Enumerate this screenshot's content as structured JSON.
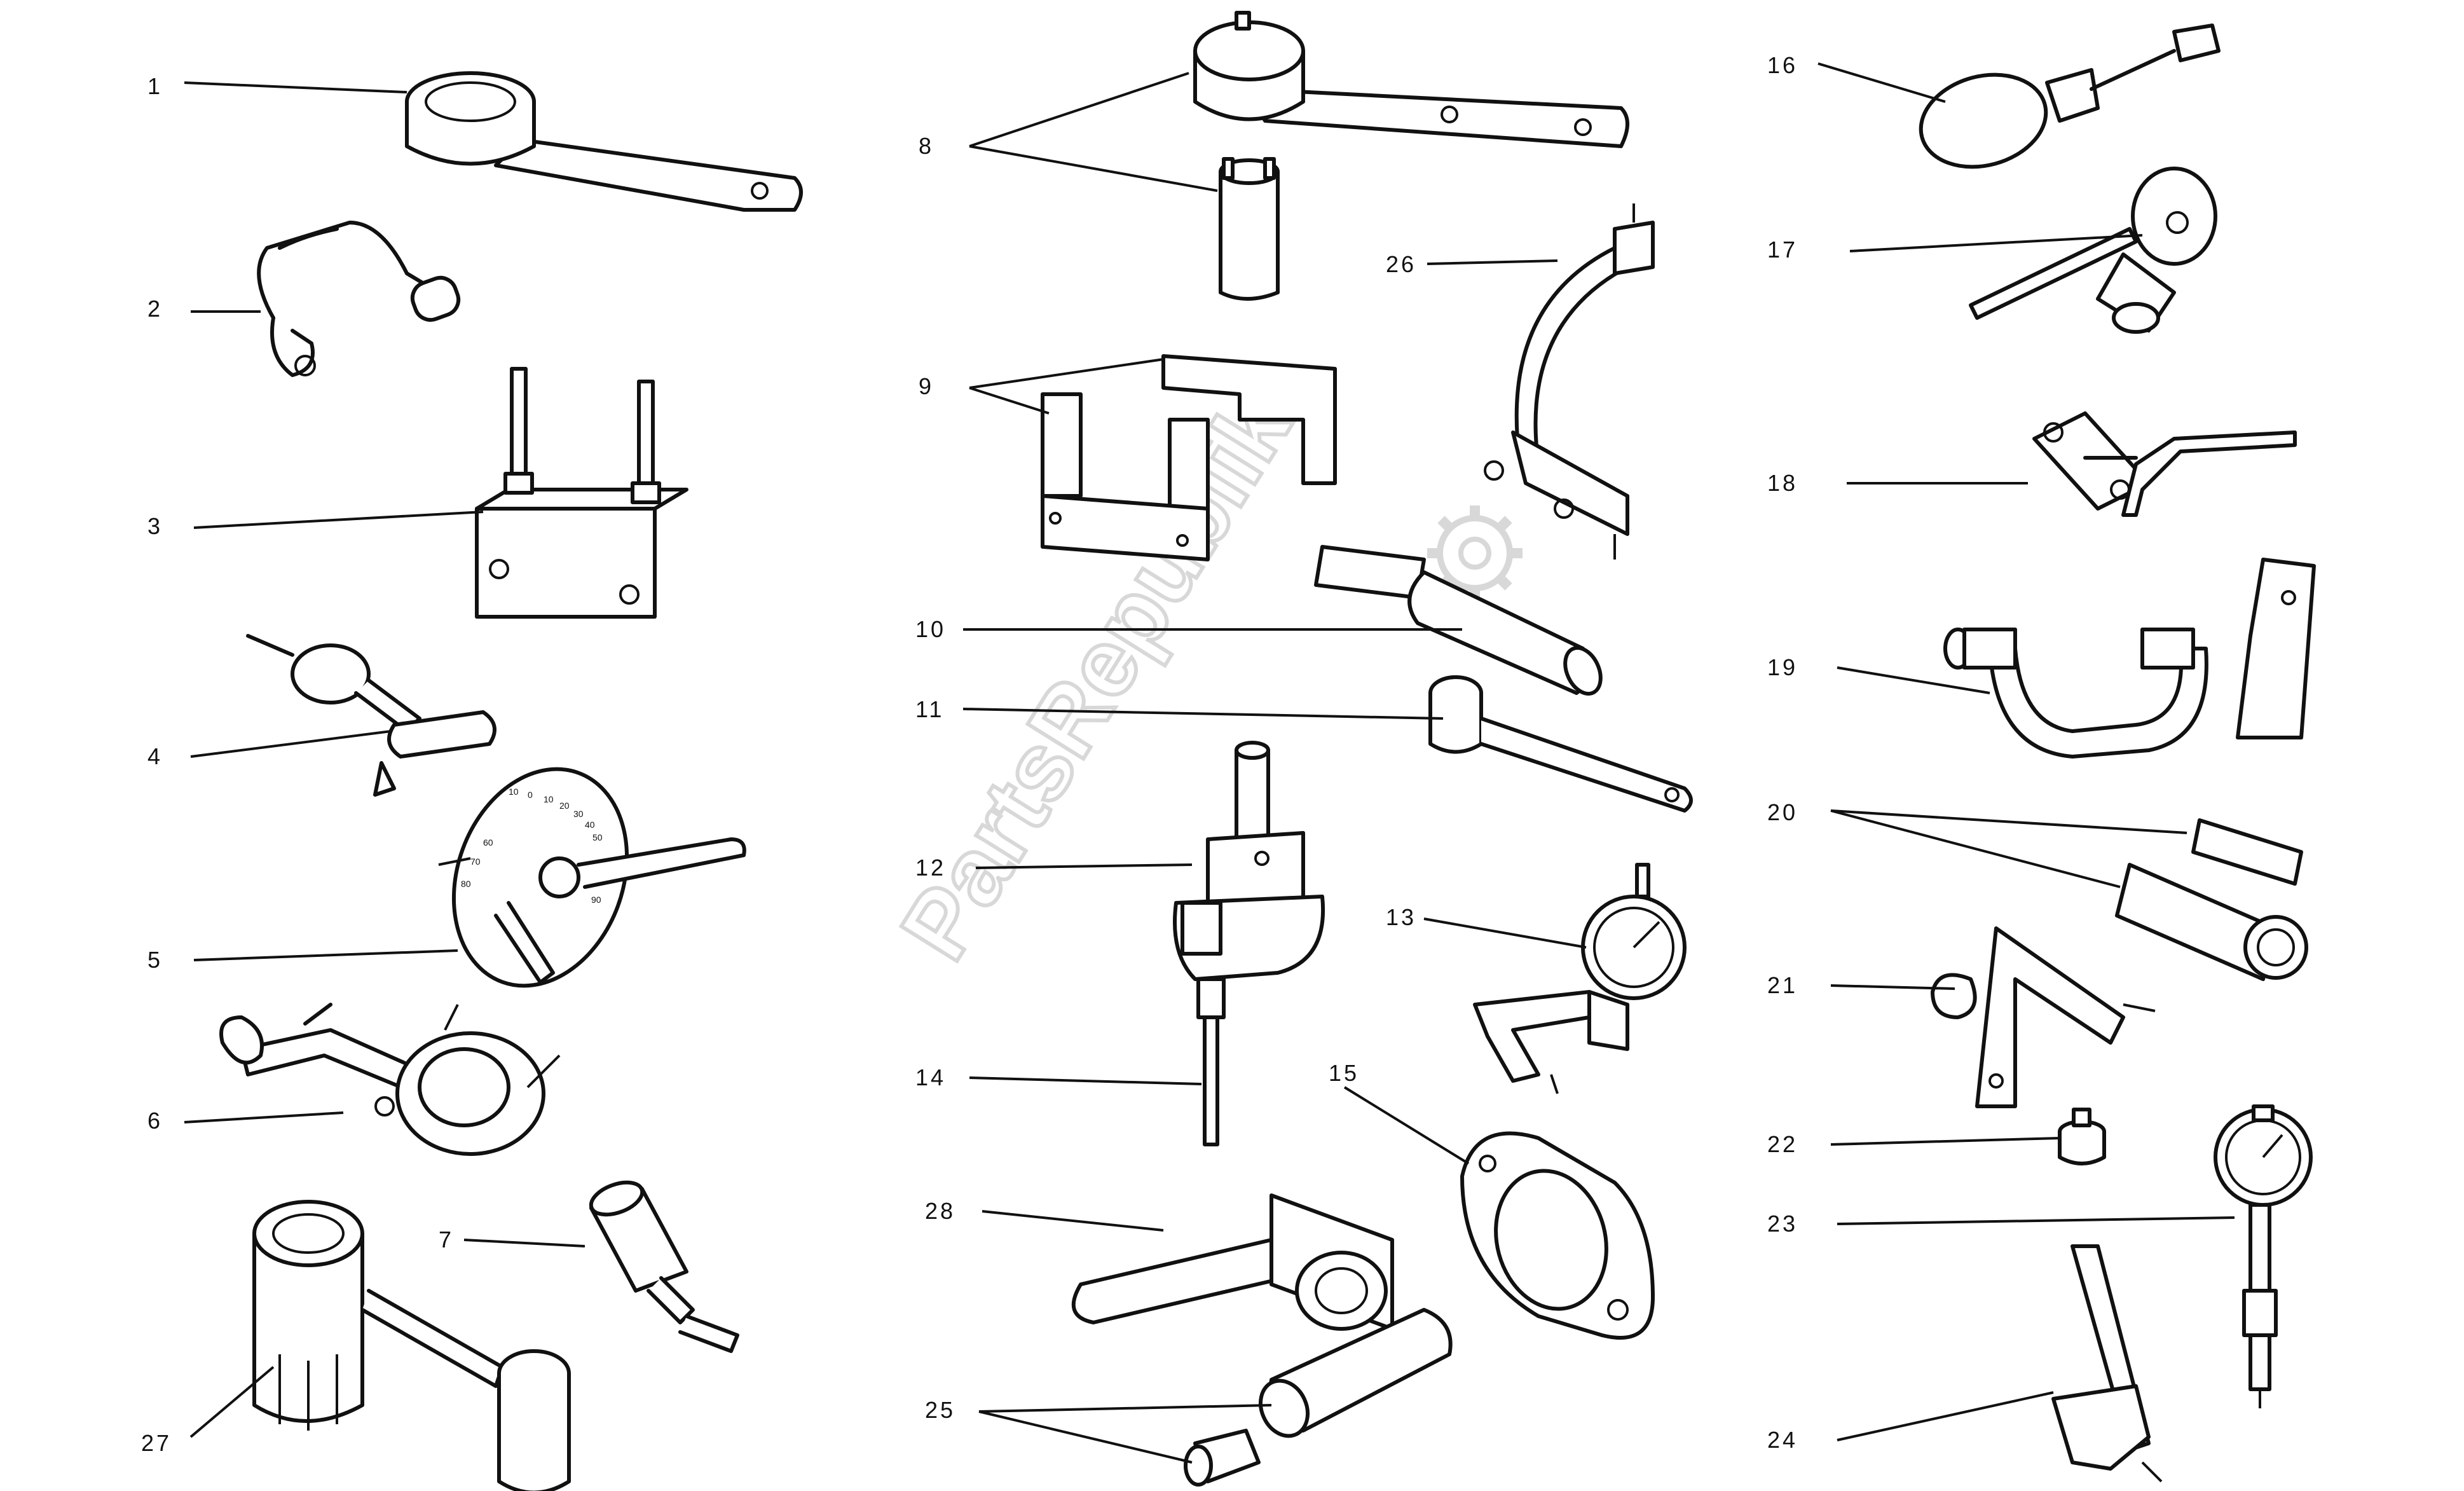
{
  "diagram": {
    "callouts": [
      {
        "id": "callout-1",
        "label": "1"
      },
      {
        "id": "callout-2",
        "label": "2"
      },
      {
        "id": "callout-3",
        "label": "3"
      },
      {
        "id": "callout-4",
        "label": "4"
      },
      {
        "id": "callout-5",
        "label": "5"
      },
      {
        "id": "callout-6",
        "label": "6"
      },
      {
        "id": "callout-7",
        "label": "7"
      },
      {
        "id": "callout-8",
        "label": "8"
      },
      {
        "id": "callout-9",
        "label": "9"
      },
      {
        "id": "callout-10",
        "label": "10"
      },
      {
        "id": "callout-11",
        "label": "11"
      },
      {
        "id": "callout-12",
        "label": "12"
      },
      {
        "id": "callout-13",
        "label": "13"
      },
      {
        "id": "callout-14",
        "label": "14"
      },
      {
        "id": "callout-15",
        "label": "15"
      },
      {
        "id": "callout-16",
        "label": "16"
      },
      {
        "id": "callout-17",
        "label": "17"
      },
      {
        "id": "callout-18",
        "label": "18"
      },
      {
        "id": "callout-19",
        "label": "19"
      },
      {
        "id": "callout-20",
        "label": "20"
      },
      {
        "id": "callout-21",
        "label": "21"
      },
      {
        "id": "callout-22",
        "label": "22"
      },
      {
        "id": "callout-23",
        "label": "23"
      },
      {
        "id": "callout-24",
        "label": "24"
      },
      {
        "id": "callout-25",
        "label": "25"
      },
      {
        "id": "callout-26",
        "label": "26"
      },
      {
        "id": "callout-27",
        "label": "27"
      },
      {
        "id": "callout-28",
        "label": "28"
      }
    ],
    "degree_wheel_marks": [
      "10",
      "0",
      "10",
      "20",
      "30",
      "40",
      "50",
      "60",
      "70",
      "80",
      "90"
    ]
  },
  "watermark": {
    "text": "PartsRepublik",
    "icon": "gear-icon"
  }
}
